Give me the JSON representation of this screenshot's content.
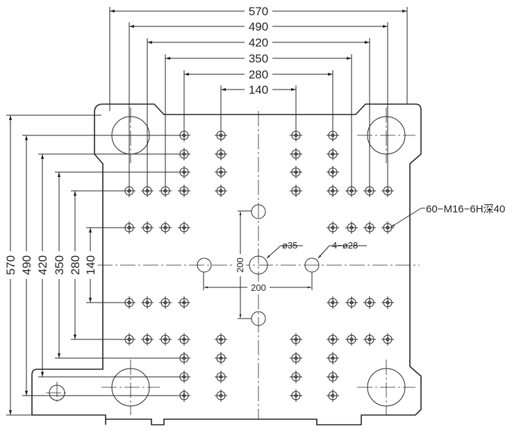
{
  "dimensions": {
    "horizontal": [
      "570",
      "490",
      "420",
      "350",
      "280",
      "140"
    ],
    "vertical": [
      "570",
      "490",
      "420",
      "350",
      "280",
      "140"
    ],
    "center_h": "200",
    "center_v": "200"
  },
  "callouts": {
    "tapped_holes": "60−M16−6H深40",
    "center_hole": "ø35",
    "ejector_holes": "4−ø28"
  },
  "colors": {
    "line": "#222222",
    "background": "#ffffff"
  }
}
